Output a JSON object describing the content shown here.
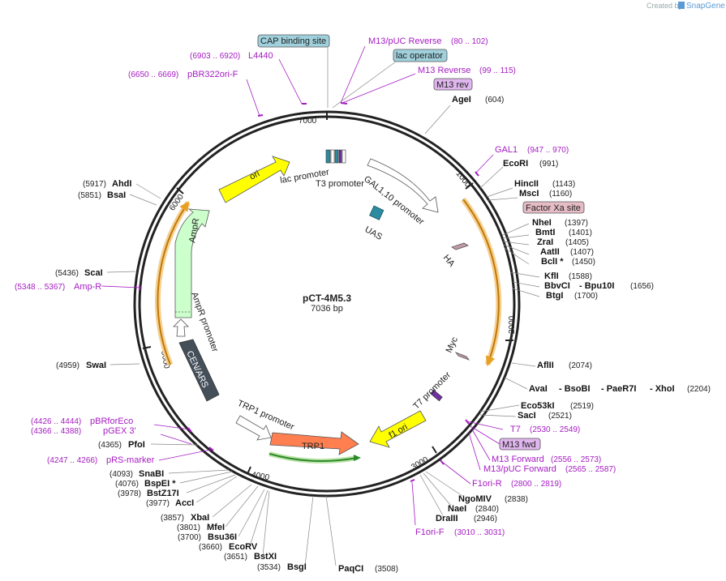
{
  "credit": {
    "created_by": "Created by",
    "brand": "SnapGene"
  },
  "plasmid": {
    "name": "pCT-4M5.3",
    "length_label": "7036 bp",
    "length": 7036
  },
  "ruler_ticks": [
    "1000",
    "2000",
    "3000",
    "4000",
    "5000",
    "6000",
    "7000"
  ],
  "features": [
    {
      "name": "ori",
      "color": "#ffff00"
    },
    {
      "name": "lac promoter",
      "color": "#ffffff"
    },
    {
      "name": "T3 promoter",
      "color": "#ffffff"
    },
    {
      "name": "GAL1,10 promoter",
      "color": "#ffffff"
    },
    {
      "name": "UAS",
      "color": "#2e8aa0"
    },
    {
      "name": "HA",
      "color": "#c59aa8"
    },
    {
      "name": "Myc",
      "color": "#c59aa8"
    },
    {
      "name": "T7 promoter",
      "color": "#ffffff"
    },
    {
      "name": "f1 ori",
      "color": "#ffff00"
    },
    {
      "name": "TRP1",
      "color": "#ff7f50"
    },
    {
      "name": "TRP1 promoter",
      "color": "#ffffff"
    },
    {
      "name": "CEN/ARS",
      "color": "#444f5a"
    },
    {
      "name": "AmpR promoter",
      "color": "#ffffff"
    },
    {
      "name": "AmpR",
      "color": "#ccffcc"
    }
  ],
  "boxed_features": [
    {
      "name": "CAP binding site",
      "fill": "#9fd0dc"
    },
    {
      "name": "lac operator",
      "fill": "#9fd0dc"
    },
    {
      "name": "M13 rev",
      "fill": "#e0b6ee"
    },
    {
      "name": "Factor Xa site",
      "fill": "#e6bcc6"
    },
    {
      "name": "M13 fwd",
      "fill": "#e0b6ee"
    }
  ],
  "primers": [
    {
      "name": "M13/pUC Reverse",
      "pos": "(80 .. 102)"
    },
    {
      "name": "M13 Reverse",
      "pos": "(99 .. 115)"
    },
    {
      "name": "L4440",
      "pos": "(6903 .. 6920)"
    },
    {
      "name": "pBR322ori-F",
      "pos": "(6650 .. 6669)"
    },
    {
      "name": "GAL1",
      "pos": "(947 .. 970)"
    },
    {
      "name": "Amp-R",
      "pos": "(5348 .. 5367)"
    },
    {
      "name": "pBRforEco",
      "pos": "(4426 .. 4444)"
    },
    {
      "name": "pGEX 3'",
      "pos": "(4366 .. 4388)"
    },
    {
      "name": "pRS-marker",
      "pos": "(4247 .. 4266)"
    },
    {
      "name": "T7",
      "pos": "(2530 .. 2549)"
    },
    {
      "name": "M13 Forward",
      "pos": "(2556 .. 2573)"
    },
    {
      "name": "M13/pUC Forward",
      "pos": "(2565 .. 2587)"
    },
    {
      "name": "F1ori-R",
      "pos": "(2800 .. 2819)"
    },
    {
      "name": "F1ori-F",
      "pos": "(3010 .. 3031)"
    }
  ],
  "enzymes_right": [
    {
      "name": "AgeI",
      "pos": "(604)"
    },
    {
      "name": "EcoRI",
      "pos": "(991)"
    },
    {
      "name": "HincII",
      "pos": "(1143)"
    },
    {
      "name": "MscI",
      "pos": "(1160)"
    },
    {
      "name": "NheI",
      "pos": "(1397)"
    },
    {
      "name": "BmtI",
      "pos": "(1401)"
    },
    {
      "name": "ZraI",
      "pos": "(1405)"
    },
    {
      "name": "AatII",
      "pos": "(1407)"
    },
    {
      "name": "BclI *",
      "pos": "(1450)"
    },
    {
      "name": "KflI",
      "pos": "(1588)"
    },
    {
      "name": "BbvCI",
      "pos": ""
    },
    {
      "name": "- Bpu10I",
      "pos": "(1656)"
    },
    {
      "name": "BtgI",
      "pos": "(1700)"
    },
    {
      "name": "AflII",
      "pos": "(2074)"
    },
    {
      "name": "AvaI",
      "pos": ""
    },
    {
      "name": "- BsoBI",
      "pos": ""
    },
    {
      "name": "- PaeR7I",
      "pos": ""
    },
    {
      "name": "- XhoI",
      "pos": "(2204)"
    },
    {
      "name": "Eco53kI",
      "pos": "(2519)"
    },
    {
      "name": "SacI",
      "pos": "(2521)"
    },
    {
      "name": "NgoMIV",
      "pos": "(2838)"
    },
    {
      "name": "NaeI",
      "pos": "(2840)"
    },
    {
      "name": "DraIII",
      "pos": "(2946)"
    }
  ],
  "enzymes_left": [
    {
      "name": "AhdI",
      "pos": "(5917)"
    },
    {
      "name": "BsaI",
      "pos": "(5851)"
    },
    {
      "name": "ScaI",
      "pos": "(5436)"
    },
    {
      "name": "SwaI",
      "pos": "(4959)"
    },
    {
      "name": "PfoI",
      "pos": "(4365)"
    },
    {
      "name": "SnaBI",
      "pos": "(4093)"
    },
    {
      "name": "BspEI *",
      "pos": "(4076)"
    },
    {
      "name": "BstZ17I",
      "pos": "(3978)"
    },
    {
      "name": "AccI",
      "pos": "(3977)"
    },
    {
      "name": "XbaI",
      "pos": "(3857)"
    },
    {
      "name": "MfeI",
      "pos": "(3801)"
    },
    {
      "name": "Bsu36I",
      "pos": "(3700)"
    },
    {
      "name": "EcoRV",
      "pos": "(3660)"
    },
    {
      "name": "BstXI",
      "pos": "(3651)"
    },
    {
      "name": "BsgI",
      "pos": "(3534)"
    },
    {
      "name": "PaqCI",
      "pos": "(3508)"
    }
  ]
}
